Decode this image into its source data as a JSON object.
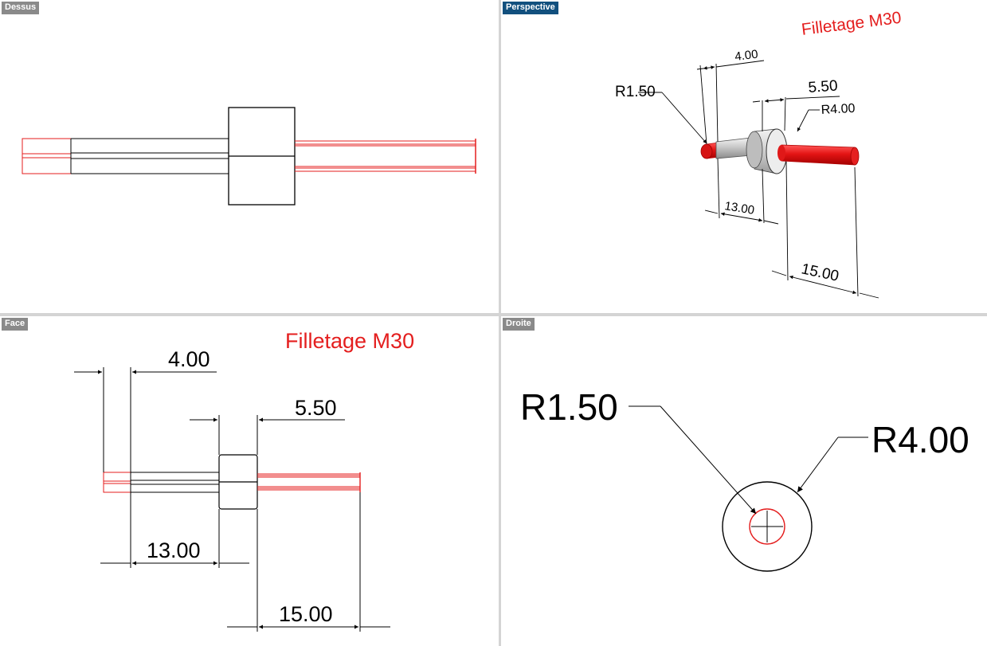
{
  "viewports": {
    "top": {
      "label": "Dessus"
    },
    "perspective": {
      "label": "Perspective"
    },
    "front": {
      "label": "Face"
    },
    "right": {
      "label": "Droite"
    }
  },
  "annotations": {
    "thread_note": "Filletage M30",
    "dim_small_length": "4.00",
    "dim_collar_length": "5.50",
    "dim_shaft_length": "13.00",
    "dim_end_length": "15.00",
    "dim_small_radius": "R1.50",
    "dim_large_radius": "R4.00"
  },
  "colors": {
    "thread": "#e41e1e",
    "geometry": "#000000",
    "active_viewport_tag": "#12507e",
    "viewport_tag": "#8a8a8a",
    "viewport_separator": "#d4d4d4"
  }
}
